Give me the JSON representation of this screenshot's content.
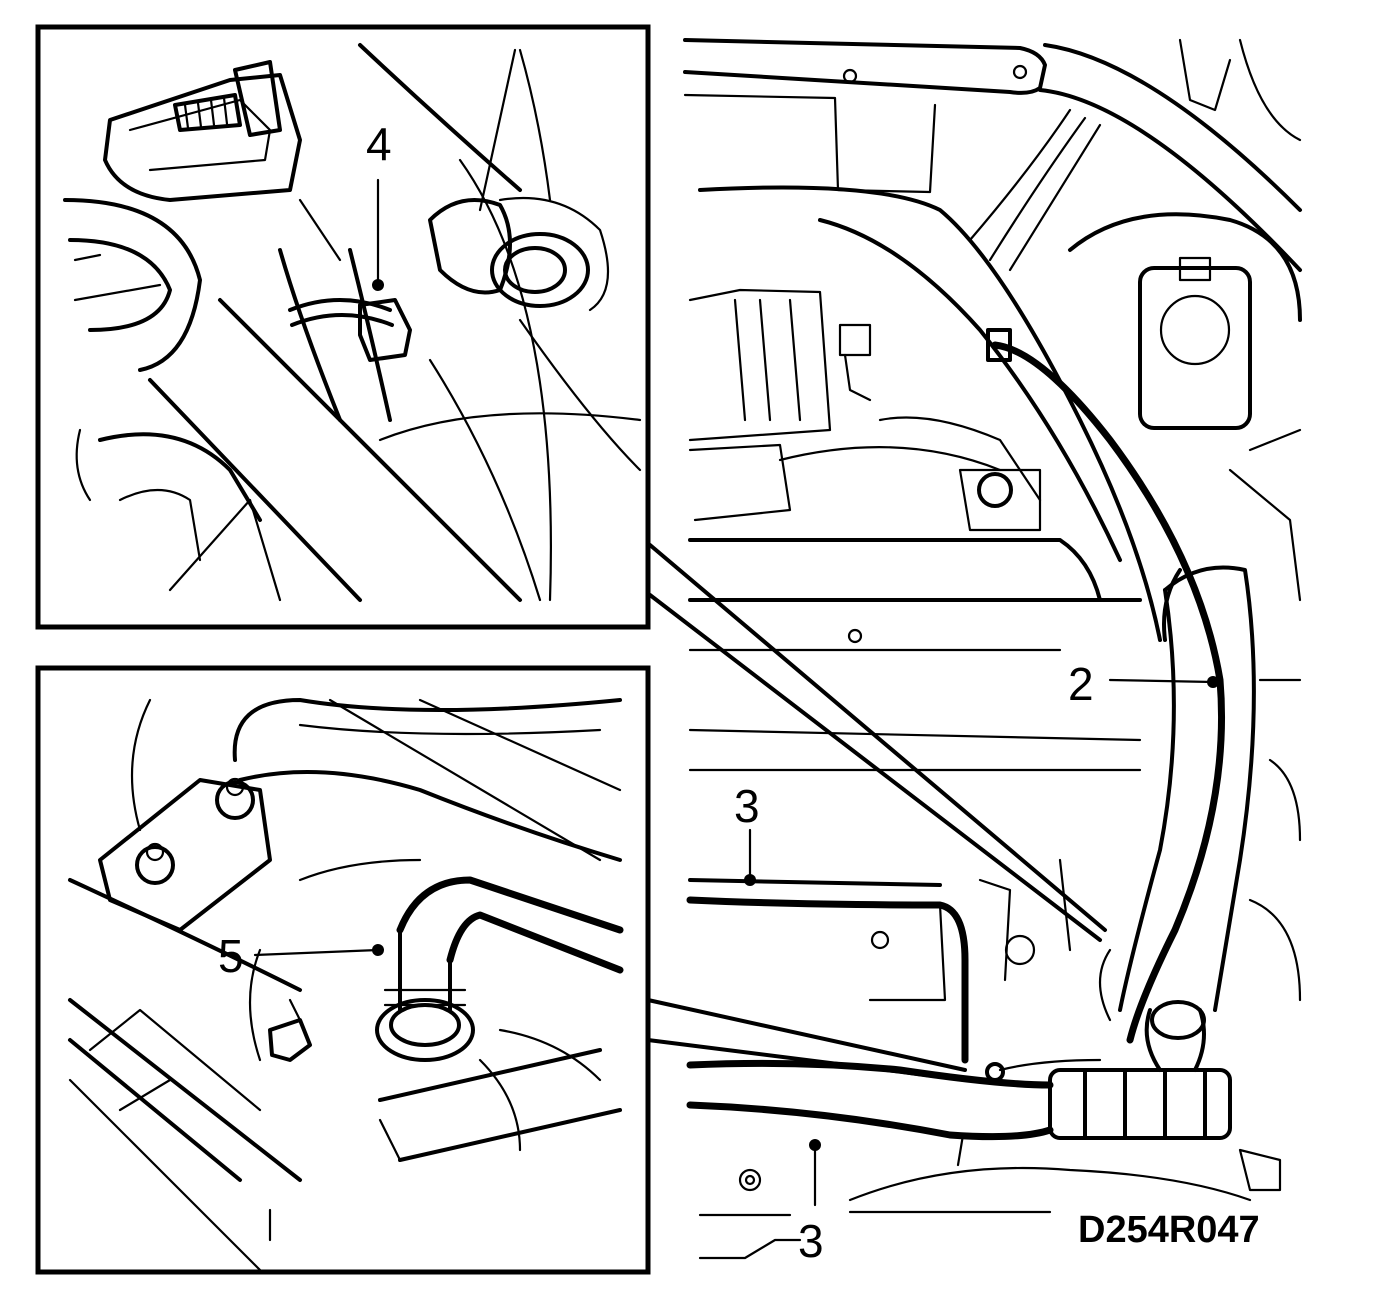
{
  "figure_code": "D254R047",
  "callouts": {
    "c2": "2",
    "c3_upper": "3",
    "c3_lower": "3",
    "c4": "4",
    "c5": "5"
  },
  "colors": {
    "ink": "#000000",
    "paper": "#ffffff"
  }
}
